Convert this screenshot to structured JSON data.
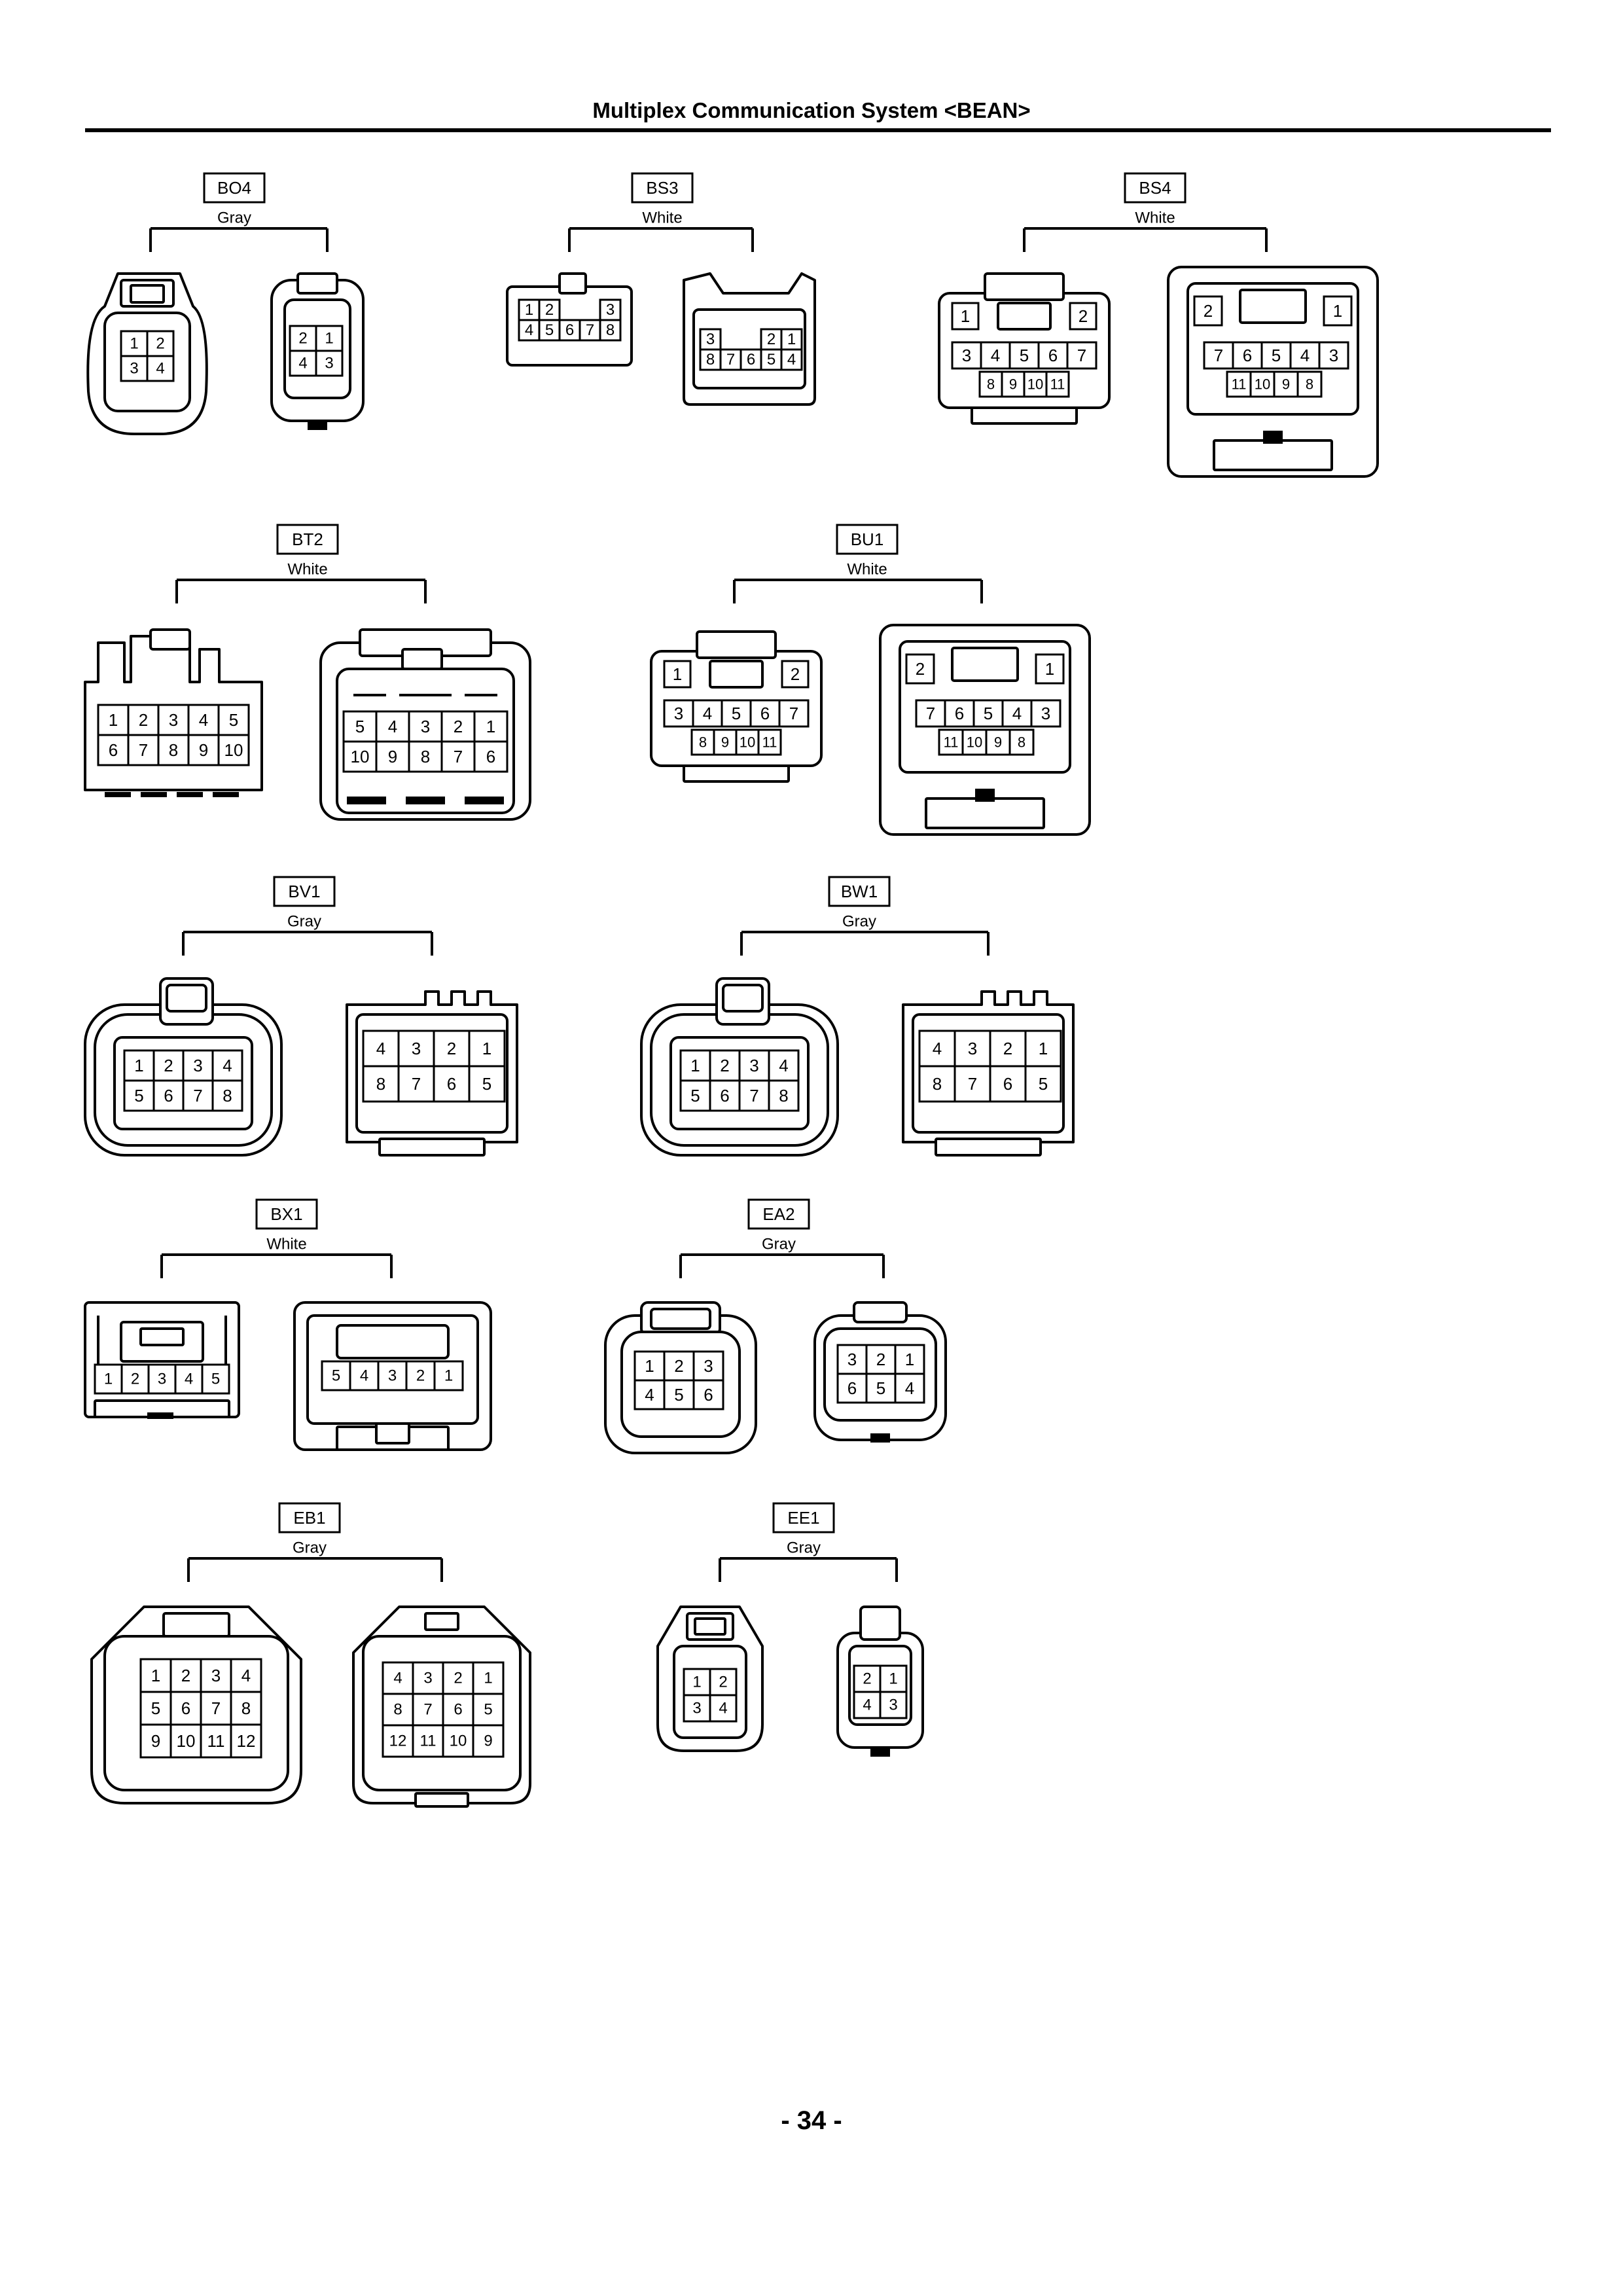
{
  "page": {
    "title": "Multiplex Communication System <BEAN>",
    "page_number": "- 34 -"
  },
  "connectors": [
    {
      "id": "BO4",
      "color": "Gray",
      "left": {
        "rows": [
          [
            "1",
            "2"
          ],
          [
            "3",
            "4"
          ]
        ]
      },
      "right": {
        "rows": [
          [
            "2",
            "1"
          ],
          [
            "4",
            "3"
          ]
        ]
      }
    },
    {
      "id": "BS3",
      "color": "White",
      "left": {
        "rows": [
          [
            "1",
            "2",
            "",
            "",
            "3"
          ],
          [
            "4",
            "5",
            "6",
            "7",
            "8"
          ]
        ]
      },
      "right": {
        "rows": [
          [
            "3",
            "",
            "",
            "2",
            "1"
          ],
          [
            "8",
            "7",
            "6",
            "5",
            "4"
          ]
        ]
      }
    },
    {
      "id": "BS4",
      "color": "White",
      "left": {
        "top": [
          "1",
          "2"
        ],
        "mid": [
          "3",
          "4",
          "5",
          "6",
          "7"
        ],
        "bot": [
          "8",
          "9",
          "10",
          "11"
        ]
      },
      "right": {
        "top": [
          "2",
          "1"
        ],
        "mid": [
          "7",
          "6",
          "5",
          "4",
          "3"
        ],
        "bot": [
          "11",
          "10",
          "9",
          "8"
        ]
      }
    },
    {
      "id": "BT2",
      "color": "White",
      "left": {
        "rows": [
          [
            "1",
            "2",
            "3",
            "4",
            "5"
          ],
          [
            "6",
            "7",
            "8",
            "9",
            "10"
          ]
        ]
      },
      "right": {
        "rows": [
          [
            "5",
            "4",
            "3",
            "2",
            "1"
          ],
          [
            "10",
            "9",
            "8",
            "7",
            "6"
          ]
        ]
      }
    },
    {
      "id": "BU1",
      "color": "White",
      "left": {
        "top": [
          "1",
          "2"
        ],
        "mid": [
          "3",
          "4",
          "5",
          "6",
          "7"
        ],
        "bot": [
          "8",
          "9",
          "10",
          "11"
        ]
      },
      "right": {
        "top": [
          "2",
          "1"
        ],
        "mid": [
          "7",
          "6",
          "5",
          "4",
          "3"
        ],
        "bot": [
          "11",
          "10",
          "9",
          "8"
        ]
      }
    },
    {
      "id": "BV1",
      "color": "Gray",
      "left": {
        "rows": [
          [
            "1",
            "2",
            "3",
            "4"
          ],
          [
            "5",
            "6",
            "7",
            "8"
          ]
        ]
      },
      "right": {
        "rows": [
          [
            "4",
            "3",
            "2",
            "1"
          ],
          [
            "8",
            "7",
            "6",
            "5"
          ]
        ]
      }
    },
    {
      "id": "BW1",
      "color": "Gray",
      "left": {
        "rows": [
          [
            "1",
            "2",
            "3",
            "4"
          ],
          [
            "5",
            "6",
            "7",
            "8"
          ]
        ]
      },
      "right": {
        "rows": [
          [
            "4",
            "3",
            "2",
            "1"
          ],
          [
            "8",
            "7",
            "6",
            "5"
          ]
        ]
      }
    },
    {
      "id": "BX1",
      "color": "White",
      "left": {
        "rows": [
          [
            "1",
            "2",
            "3",
            "4",
            "5"
          ]
        ]
      },
      "right": {
        "rows": [
          [
            "5",
            "4",
            "3",
            "2",
            "1"
          ]
        ]
      }
    },
    {
      "id": "EA2",
      "color": "Gray",
      "left": {
        "rows": [
          [
            "1",
            "2",
            "3"
          ],
          [
            "4",
            "5",
            "6"
          ]
        ]
      },
      "right": {
        "rows": [
          [
            "3",
            "2",
            "1"
          ],
          [
            "6",
            "5",
            "4"
          ]
        ]
      }
    },
    {
      "id": "EB1",
      "color": "Gray",
      "left": {
        "rows": [
          [
            "1",
            "2",
            "3",
            "4"
          ],
          [
            "5",
            "6",
            "7",
            "8"
          ],
          [
            "9",
            "10",
            "11",
            "12"
          ]
        ]
      },
      "right": {
        "rows": [
          [
            "4",
            "3",
            "2",
            "1"
          ],
          [
            "8",
            "7",
            "6",
            "5"
          ],
          [
            "12",
            "11",
            "10",
            "9"
          ]
        ]
      }
    },
    {
      "id": "EE1",
      "color": "Gray",
      "left": {
        "rows": [
          [
            "1",
            "2"
          ],
          [
            "3",
            "4"
          ]
        ]
      },
      "right": {
        "rows": [
          [
            "2",
            "1"
          ],
          [
            "4",
            "3"
          ]
        ]
      }
    }
  ]
}
